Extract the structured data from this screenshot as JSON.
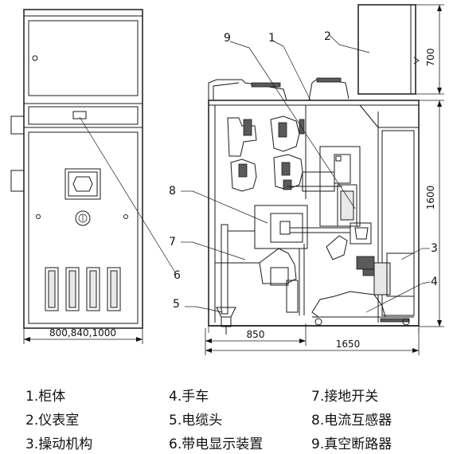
{
  "callouts": {
    "n1": "1",
    "n2": "2",
    "n3": "3",
    "n4": "4",
    "n5": "5",
    "n6": "6",
    "n7": "7",
    "n8": "8",
    "n9": "9"
  },
  "dimensions": {
    "front_width": "800,840,1000",
    "depth_front": "850",
    "depth_total": "1650",
    "height_upper": "700",
    "height_lower": "1600"
  },
  "legend": [
    "1.柜体",
    "2.仪表室",
    "3.操动机构",
    "4.手车",
    "5.电缆头",
    "6.带电显示装置",
    "7.接地开关",
    "8.电流互感器",
    "9.真空断路器"
  ]
}
